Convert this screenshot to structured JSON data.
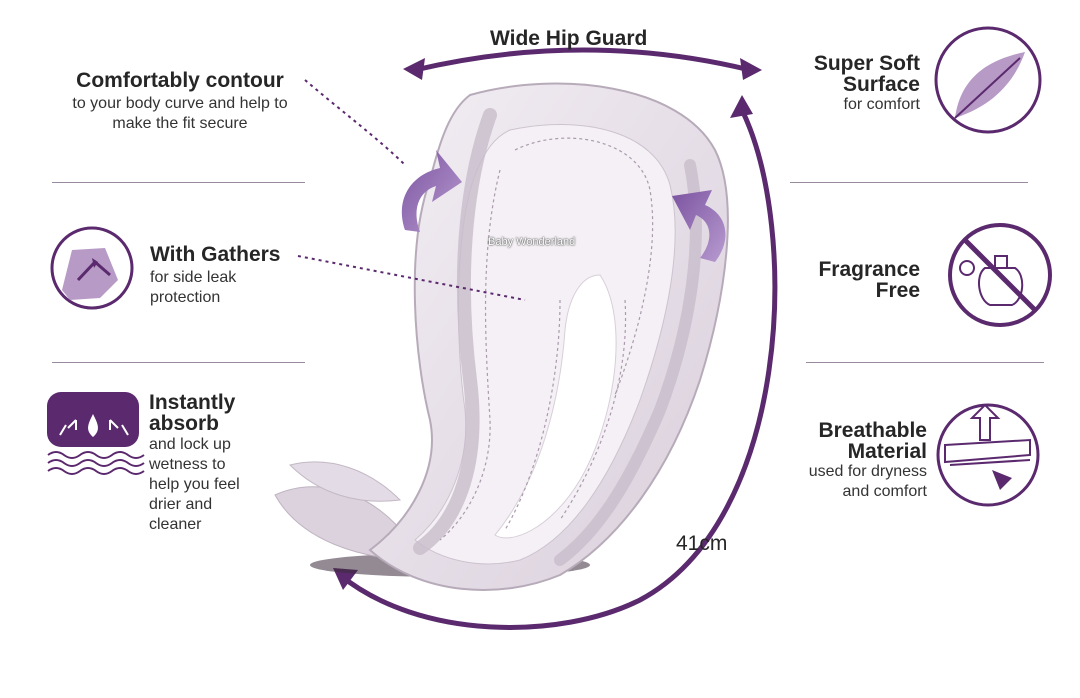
{
  "top": {
    "wide_hip_guard": "Wide Hip Guard"
  },
  "left": {
    "contour": {
      "title": "Comfortably contour",
      "sub": "to your body curve and help to make the fit secure"
    },
    "gathers": {
      "title": "With Gathers",
      "sub_line1": "for side leak",
      "sub_line2": "protection"
    },
    "absorb": {
      "title_line1": "Instantly",
      "title_line2": "absorb",
      "sub_line1": "and lock up",
      "sub_line2": "wetness to",
      "sub_line3": "help you feel",
      "sub_line4": "drier and",
      "sub_line5": "cleaner"
    }
  },
  "right": {
    "soft": {
      "title_line1": "Super Soft",
      "title_line2": "Surface",
      "sub": "for comfort"
    },
    "fragrance": {
      "title_line1": "Fragrance",
      "title_line2": "Free"
    },
    "breathable": {
      "title_line1": "Breathable",
      "title_line2": "Material",
      "sub_line1": "used for dryness",
      "sub_line2": "and comfort"
    }
  },
  "product": {
    "watermark": "Baby Wonderland",
    "length_label": "41cm"
  },
  "colors": {
    "purple": "#5b2a6e",
    "purple_light": "#8a63a3",
    "pad": "#e6dde8",
    "pad_shadow": "#c8bdc9"
  },
  "icons": [
    "gathers-icon",
    "absorb-icon",
    "feather-icon",
    "no-fragrance-icon",
    "breathable-icon",
    "curved-arrow-icon"
  ]
}
